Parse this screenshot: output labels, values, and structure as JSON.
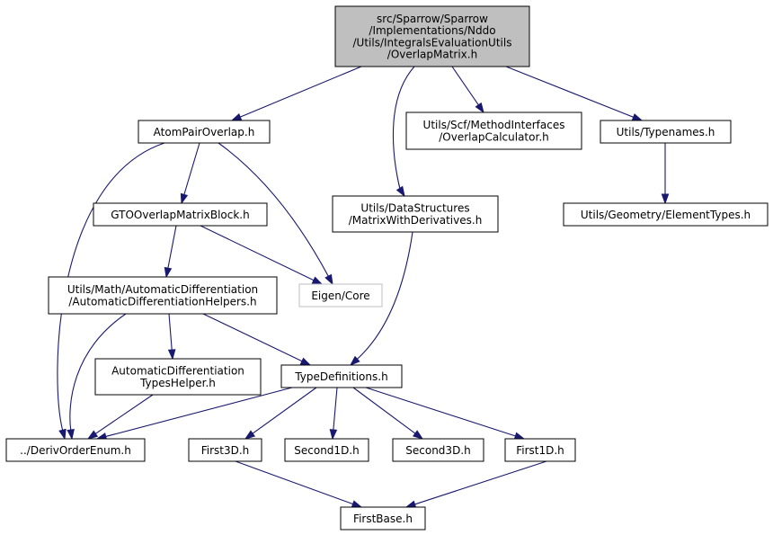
{
  "graph": {
    "nodes": {
      "root": {
        "lines": [
          "src/Sparrow/Sparrow",
          "/Implementations/Nddo",
          "/Utils/IntegralsEvaluationUtils",
          "/OverlapMatrix.h"
        ],
        "kind": "root"
      },
      "atompair": {
        "lines": [
          "AtomPairOverlap.h"
        ]
      },
      "overlapcalc": {
        "lines": [
          "Utils/Scf/MethodInterfaces",
          "/OverlapCalculator.h"
        ]
      },
      "typenames": {
        "lines": [
          "Utils/Typenames.h"
        ]
      },
      "matrixderiv": {
        "lines": [
          "Utils/DataStructures",
          "/MatrixWithDerivatives.h"
        ]
      },
      "elementtypes": {
        "lines": [
          "Utils/Geometry/ElementTypes.h"
        ]
      },
      "gtoblock": {
        "lines": [
          "GTOOverlapMatrixBlock.h"
        ]
      },
      "adhelpers": {
        "lines": [
          "Utils/Math/AutomaticDifferentiation",
          "/AutomaticDifferentiationHelpers.h"
        ]
      },
      "eigencore": {
        "lines": [
          "Eigen/Core"
        ],
        "kind": "external"
      },
      "adtypes": {
        "lines": [
          "AutomaticDifferentiation",
          "TypesHelper.h"
        ]
      },
      "typedefs": {
        "lines": [
          "TypeDefinitions.h"
        ]
      },
      "derivorder": {
        "lines": [
          "../DerivOrderEnum.h"
        ]
      },
      "first3d": {
        "lines": [
          "First3D.h"
        ]
      },
      "second1d": {
        "lines": [
          "Second1D.h"
        ]
      },
      "second3d": {
        "lines": [
          "Second3D.h"
        ]
      },
      "first1d": {
        "lines": [
          "First1D.h"
        ]
      },
      "firstbase": {
        "lines": [
          "FirstBase.h"
        ]
      }
    },
    "edges": [
      [
        "root",
        "atompair"
      ],
      [
        "root",
        "matrixderiv"
      ],
      [
        "root",
        "overlapcalc"
      ],
      [
        "root",
        "typenames"
      ],
      [
        "atompair",
        "derivorder"
      ],
      [
        "atompair",
        "gtoblock"
      ],
      [
        "atompair",
        "eigencore"
      ],
      [
        "typenames",
        "elementtypes"
      ],
      [
        "gtoblock",
        "adhelpers"
      ],
      [
        "gtoblock",
        "eigencore"
      ],
      [
        "matrixderiv",
        "typedefs"
      ],
      [
        "adhelpers",
        "derivorder"
      ],
      [
        "adhelpers",
        "adtypes"
      ],
      [
        "adhelpers",
        "typedefs"
      ],
      [
        "adtypes",
        "derivorder"
      ],
      [
        "typedefs",
        "derivorder"
      ],
      [
        "typedefs",
        "first3d"
      ],
      [
        "typedefs",
        "second1d"
      ],
      [
        "typedefs",
        "second3d"
      ],
      [
        "typedefs",
        "first1d"
      ],
      [
        "first3d",
        "firstbase"
      ],
      [
        "first1d",
        "firstbase"
      ]
    ]
  }
}
